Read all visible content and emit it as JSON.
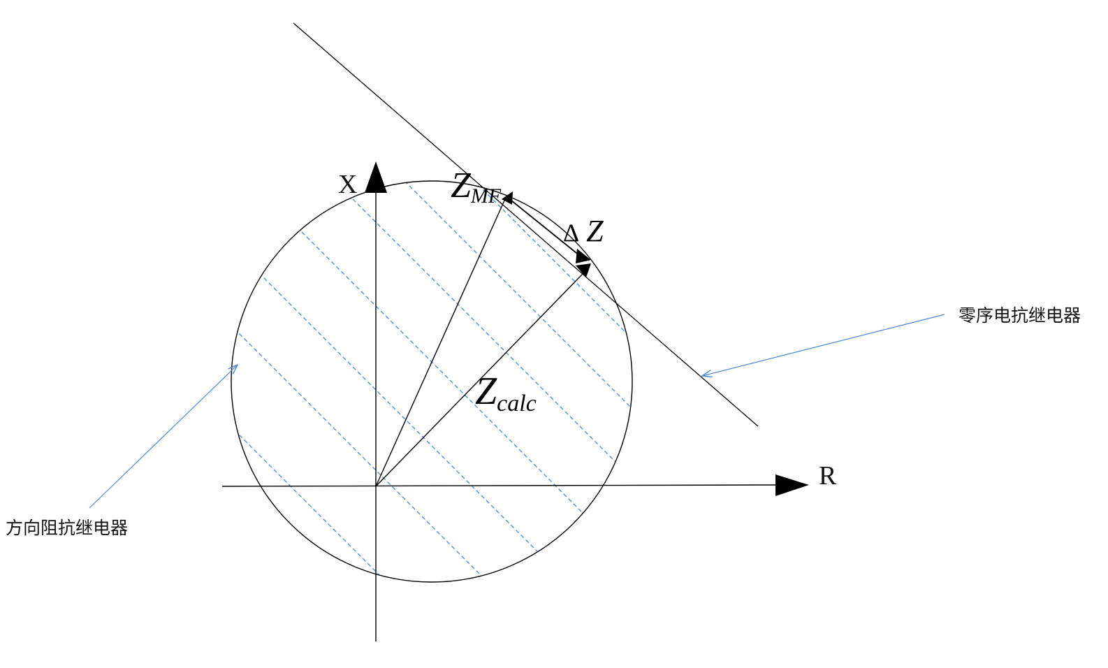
{
  "colors": {
    "line": "#000000",
    "hatch": "#4a86d6",
    "leader": "#4a86d6"
  },
  "axes": {
    "x_axis_label": "R",
    "y_axis_label": "X"
  },
  "vectors": {
    "z_mf": {
      "base": "Z",
      "subscript": "MF"
    },
    "delta_z": {
      "symbol": "Δ",
      "base": "Z"
    },
    "z_calc": {
      "base": "Z",
      "subscript": "calc"
    }
  },
  "annotations": {
    "reactance_relay": "零序电抗继电器",
    "directional_relay": "方向阻抗继电器"
  }
}
